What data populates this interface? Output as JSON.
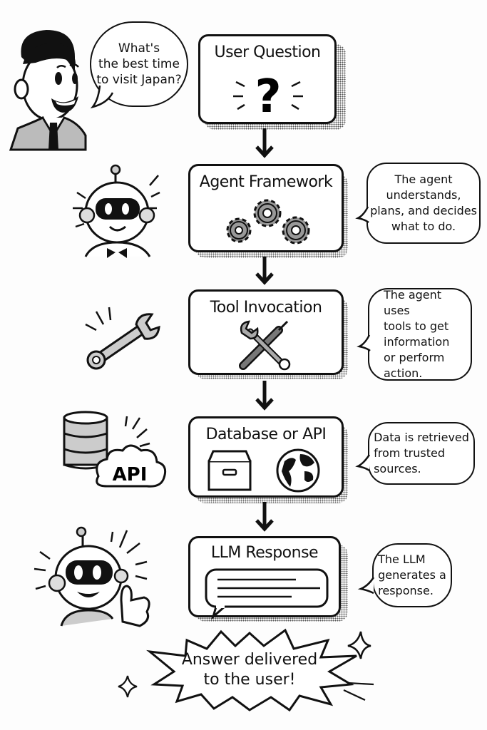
{
  "user": {
    "speech": "What's\nthe best time\nto visit Japan?"
  },
  "steps": [
    {
      "title": "User Question",
      "icon": "question-mark-icon",
      "note": ""
    },
    {
      "title": "Agent Framework",
      "icon": "gears-icon",
      "note": "The agent\nunderstands,\nplans, and decides\nwhat to do."
    },
    {
      "title": "Tool Invocation",
      "icon": "wrench-screwdriver-icon",
      "note": "The agent uses\ntools to get\ninformation\nor perform\naction."
    },
    {
      "title": "Database or API",
      "icon": "archive-box-globe-icon",
      "note": "Data is retrieved\nfrom trusted\nsources."
    },
    {
      "title": "LLM Response",
      "icon": "chat-bubble-icon",
      "note": "The LLM\ngenerates a\nresponse."
    }
  ],
  "side_art": {
    "api_label": "API"
  },
  "final": {
    "text": "Answer delivered\nto the user!"
  }
}
